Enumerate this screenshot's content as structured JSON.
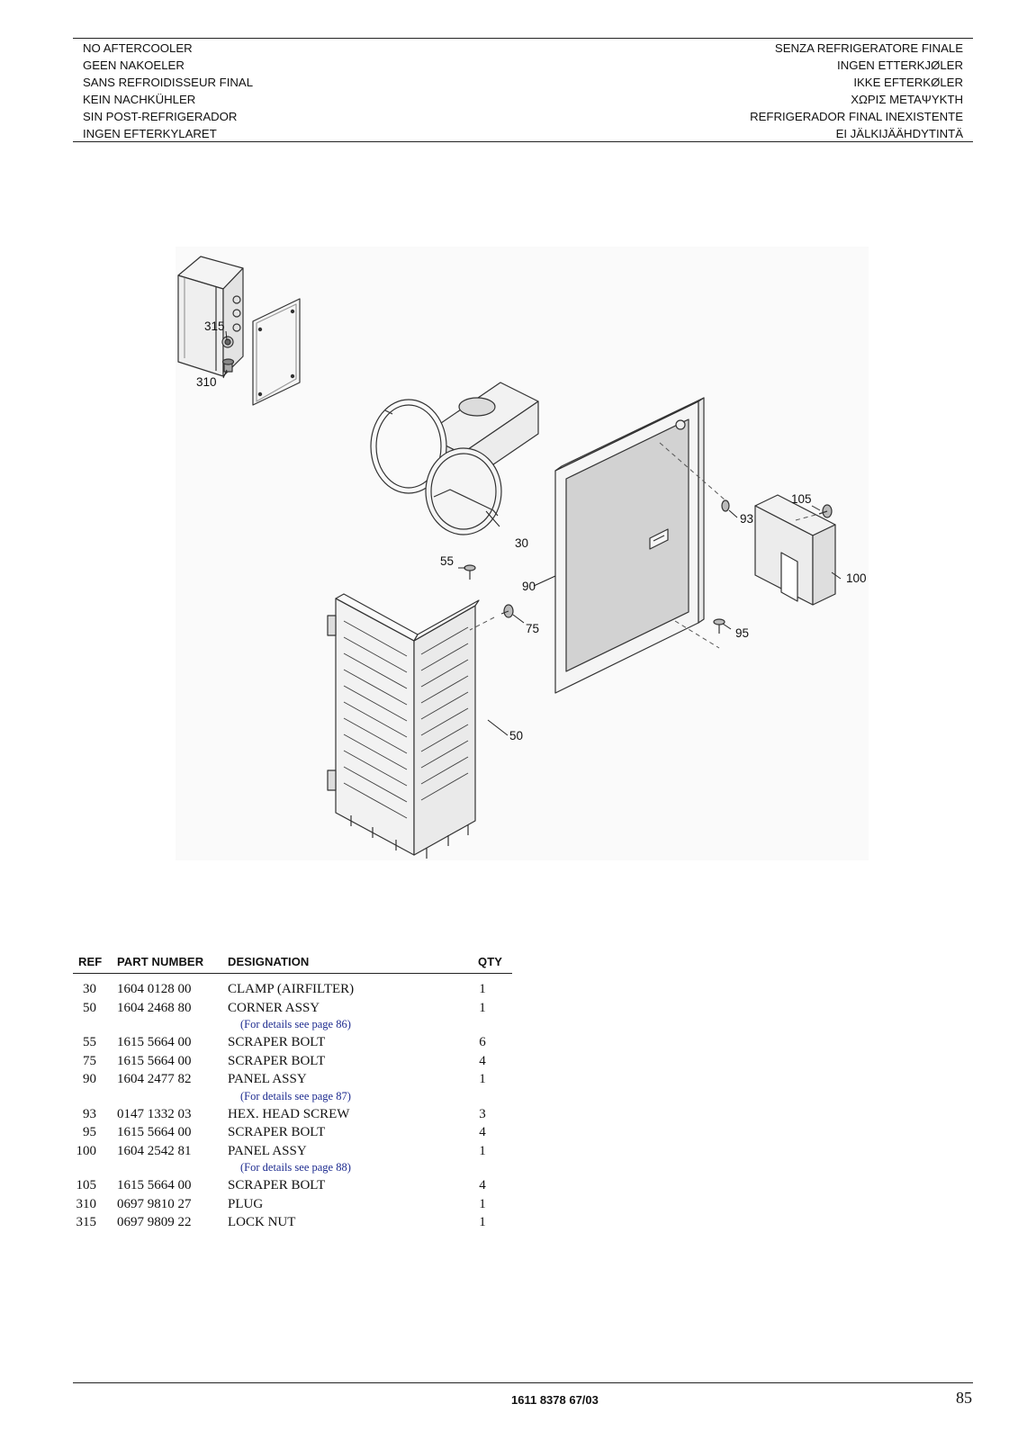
{
  "header": {
    "left": [
      "NO AFTERCOOLER",
      "GEEN NAKOELER",
      "SANS REFROIDISSEUR FINAL",
      "KEIN NACHKÜHLER",
      "SIN POST-REFRIGERADOR",
      "INGEN EFTERKYLARET"
    ],
    "right": [
      "SENZA REFRIGERATORE FINALE",
      "INGEN ETTERKJØLER",
      "IKKE EFTERKØLER",
      "ΧΩΡΙΣ ΜΕΤΑΨΥΚΤΗ",
      "REFRIGERADOR FINAL INEXISTENTE",
      "EI JÄLKIJÄÄHDYTINTÄ"
    ]
  },
  "figure": {
    "callouts": [
      "315",
      "310",
      "30",
      "55",
      "75",
      "90",
      "93",
      "105",
      "100",
      "95",
      "50"
    ]
  },
  "parts_table": {
    "headers": {
      "ref": "REF",
      "part_number": "PART NUMBER",
      "designation": "DESIGNATION",
      "qty": "QTY"
    },
    "rows": [
      {
        "ref": "30",
        "part_number": "1604 0128 00",
        "designation": "CLAMP (AIRFILTER)",
        "qty": "1"
      },
      {
        "ref": "50",
        "part_number": "1604 2468 80",
        "designation": "CORNER ASSY",
        "qty": "1",
        "note": "(For details see page 86)"
      },
      {
        "ref": "55",
        "part_number": "1615 5664 00",
        "designation": "SCRAPER BOLT",
        "qty": "6"
      },
      {
        "ref": "75",
        "part_number": "1615 5664 00",
        "designation": "SCRAPER BOLT",
        "qty": "4"
      },
      {
        "ref": "90",
        "part_number": "1604 2477 82",
        "designation": "PANEL ASSY",
        "qty": "1",
        "note": "(For details see page 87)"
      },
      {
        "ref": "93",
        "part_number": "0147 1332 03",
        "designation": "HEX. HEAD SCREW",
        "qty": "3"
      },
      {
        "ref": "95",
        "part_number": "1615 5664 00",
        "designation": "SCRAPER BOLT",
        "qty": "4"
      },
      {
        "ref": "100",
        "part_number": "1604 2542 81",
        "designation": "PANEL ASSY",
        "qty": "1",
        "note": "(For details see page 88)"
      },
      {
        "ref": "105",
        "part_number": "1615 5664 00",
        "designation": "SCRAPER BOLT",
        "qty": "4"
      },
      {
        "ref": "310",
        "part_number": "0697 9810 27",
        "designation": "PLUG",
        "qty": "1"
      },
      {
        "ref": "315",
        "part_number": "0697 9809 22",
        "designation": "LOCK NUT",
        "qty": "1"
      }
    ]
  },
  "footer": {
    "doc_code": "1611 8378 67/03",
    "page": "85"
  }
}
